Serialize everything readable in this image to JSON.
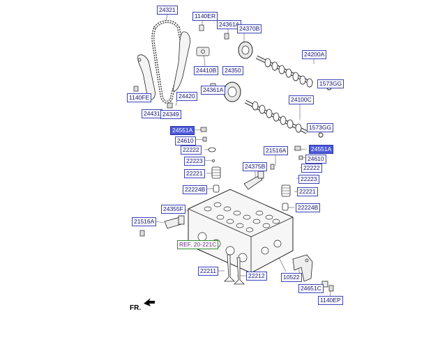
{
  "diagram": {
    "fr_label": "FR.",
    "parts": [
      {
        "id": "24321",
        "label": "24321",
        "highlight": false
      },
      {
        "id": "1140ER",
        "label": "1140ER",
        "highlight": false
      },
      {
        "id": "24361A-top",
        "label": "24361A",
        "highlight": false
      },
      {
        "id": "24370B",
        "label": "24370B",
        "highlight": false
      },
      {
        "id": "24200A",
        "label": "24200A",
        "highlight": false
      },
      {
        "id": "24410B",
        "label": "24410B",
        "highlight": false
      },
      {
        "id": "24350",
        "label": "24350",
        "highlight": false
      },
      {
        "id": "24361A-mid",
        "label": "24361A",
        "highlight": false
      },
      {
        "id": "1573GG-top",
        "label": "1573GG",
        "highlight": false
      },
      {
        "id": "1140FE",
        "label": "1140FE",
        "highlight": false
      },
      {
        "id": "24420",
        "label": "24420",
        "highlight": false
      },
      {
        "id": "24100C",
        "label": "24100C",
        "highlight": false
      },
      {
        "id": "24431",
        "label": "24431",
        "highlight": false
      },
      {
        "id": "24349",
        "label": "24349",
        "highlight": false
      },
      {
        "id": "1573GG-bot",
        "label": "1573GG",
        "highlight": false
      },
      {
        "id": "24551A-left",
        "label": "24551A",
        "highlight": true
      },
      {
        "id": "24610-left",
        "label": "24610",
        "highlight": false
      },
      {
        "id": "24551A-right",
        "label": "24551A",
        "highlight": true
      },
      {
        "id": "22222-left",
        "label": "22222",
        "highlight": false
      },
      {
        "id": "21516A-top",
        "label": "21516A",
        "highlight": false
      },
      {
        "id": "24610-right",
        "label": "24610",
        "highlight": false
      },
      {
        "id": "22223-left",
        "label": "22223",
        "highlight": false
      },
      {
        "id": "24375B",
        "label": "24375B",
        "highlight": false
      },
      {
        "id": "22222-right",
        "label": "22222",
        "highlight": false
      },
      {
        "id": "22221-left",
        "label": "22221",
        "highlight": false
      },
      {
        "id": "22223-right",
        "label": "22223",
        "highlight": false
      },
      {
        "id": "22224B-left",
        "label": "22224B",
        "highlight": false
      },
      {
        "id": "22221-right",
        "label": "22221",
        "highlight": false
      },
      {
        "id": "24355F",
        "label": "24355F",
        "highlight": false
      },
      {
        "id": "22224B-right",
        "label": "22224B",
        "highlight": false
      },
      {
        "id": "21516A-bot",
        "label": "21516A",
        "highlight": false
      },
      {
        "id": "REF",
        "label": "REF. 20-221C",
        "highlight": false
      },
      {
        "id": "22211",
        "label": "22211",
        "highlight": false
      },
      {
        "id": "22212",
        "label": "22212",
        "highlight": false
      },
      {
        "id": "10522",
        "label": "10522",
        "highlight": false
      },
      {
        "id": "24651C",
        "label": "24651C",
        "highlight": false
      },
      {
        "id": "1140EP",
        "label": "1140EP",
        "highlight": false
      }
    ]
  }
}
